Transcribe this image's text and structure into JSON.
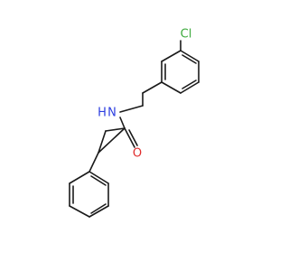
{
  "molecule": {
    "atoms": [
      {
        "id": "cl",
        "symbol": "Cl",
        "color": "#3daa3d"
      },
      {
        "id": "n",
        "symbol": "N",
        "color": "#2c3ee0"
      },
      {
        "id": "h",
        "symbol": "H",
        "color": "#2c3ee0"
      },
      {
        "id": "o",
        "symbol": "O",
        "color": "#e02c2c"
      }
    ],
    "bond_color": "#1a1a1a"
  }
}
